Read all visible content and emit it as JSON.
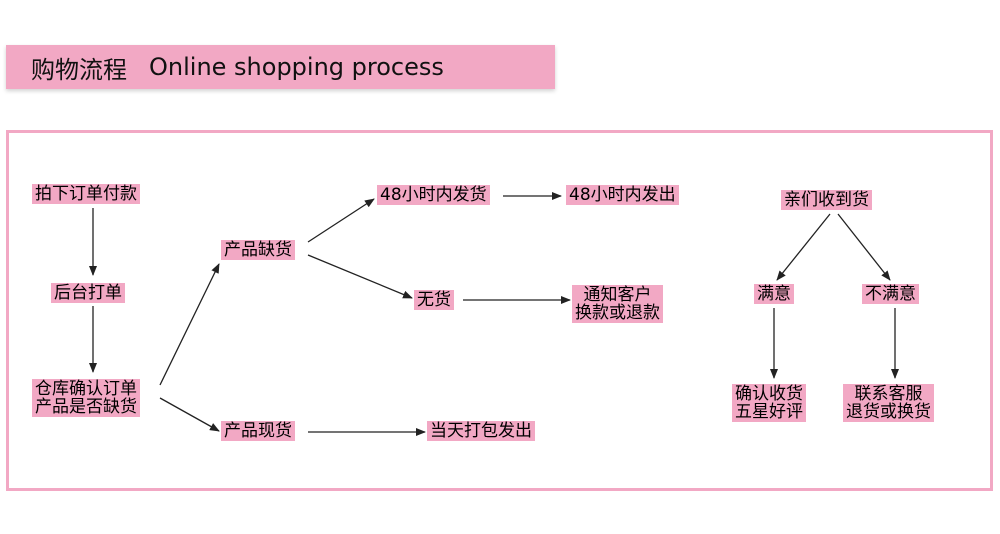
{
  "header": {
    "title_cn": "购物流程",
    "title_en": "Online shopping process"
  },
  "flow": {
    "step1": "拍下订单付款",
    "step2": "后台打单",
    "step3_line1": "仓库确认订单",
    "step3_line2": "产品是否缺货",
    "out_of_stock": "产品缺货",
    "ship_48h_pending": "48小时内发货",
    "ship_48h_done": "48小时内发出",
    "no_stock": "无货",
    "notify_line1": "通知客户",
    "notify_line2": "换款或退款",
    "in_stock": "产品现货",
    "same_day": "当天打包发出"
  },
  "feedback": {
    "received": "亲们收到货",
    "satisfied": "满意",
    "unsatisfied": "不满意",
    "sat_action_line1": "确认收货",
    "sat_action_line2": "五星好评",
    "unsat_action_line1": "联系客服",
    "unsat_action_line2": "退货或换货"
  },
  "colors": {
    "accent_pink": "#f2a8c4",
    "arrow": "#222222"
  }
}
